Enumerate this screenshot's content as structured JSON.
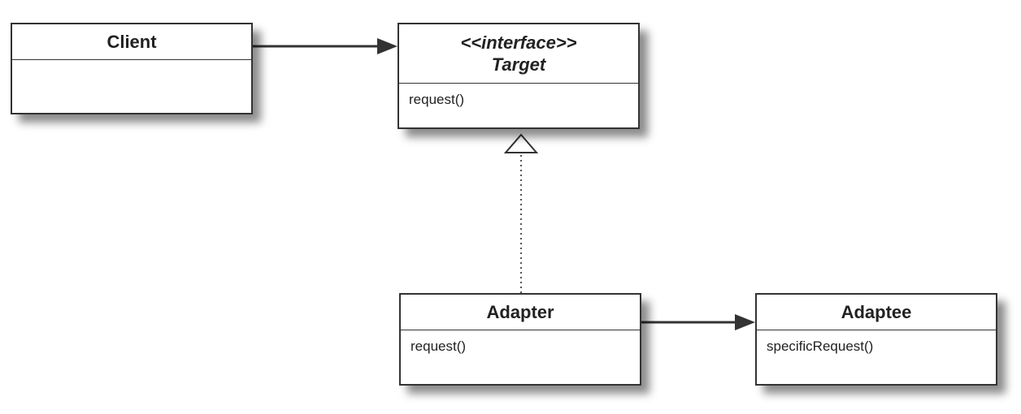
{
  "classes": {
    "client": {
      "name": "Client",
      "methods": []
    },
    "target": {
      "stereotype": "<<interface>>",
      "name": "Target",
      "methods": [
        "request()"
      ]
    },
    "adapter": {
      "name": "Adapter",
      "methods": [
        "request()"
      ]
    },
    "adaptee": {
      "name": "Adaptee",
      "methods": [
        "specificRequest()"
      ]
    }
  },
  "relationships": [
    {
      "from": "Client",
      "to": "Target",
      "type": "association"
    },
    {
      "from": "Adapter",
      "to": "Target",
      "type": "realization"
    },
    {
      "from": "Adapter",
      "to": "Adaptee",
      "type": "association"
    }
  ],
  "colors": {
    "line": "#333333",
    "background": "#ffffff",
    "text": "#222222"
  }
}
